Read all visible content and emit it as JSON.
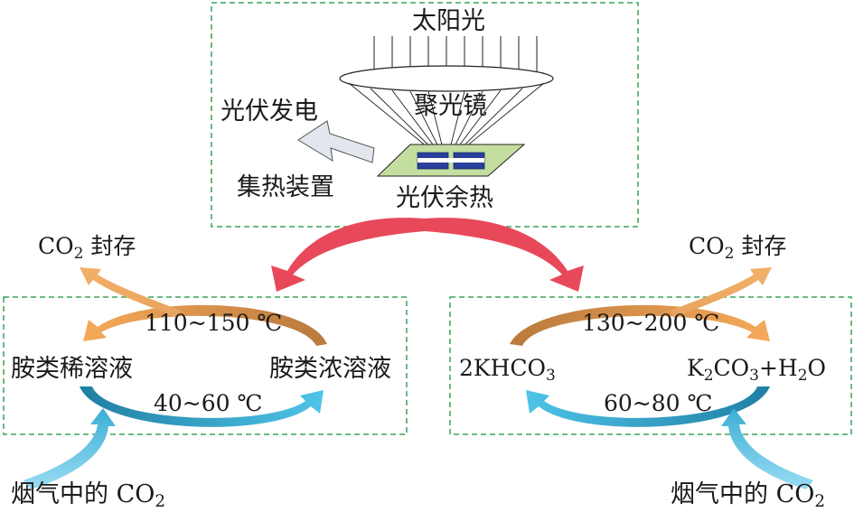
{
  "top": {
    "sunlight": "太阳光",
    "lens": "聚光镜",
    "pv_power": "光伏发电",
    "heat_device": "集热装置",
    "pv_waste_heat": "光伏余热"
  },
  "left": {
    "storage_main": "CO",
    "storage_sub": "2",
    "storage_tail": " 封存",
    "regen_temp": "110~150 ℃",
    "lean": "胺类稀溶液",
    "rich": "胺类浓溶液",
    "absorb_temp": "40~60 ℃",
    "flue_main": "烟气中的 CO",
    "flue_sub": "2"
  },
  "right": {
    "storage_main": "CO",
    "storage_sub": "2",
    "storage_tail": " 封存",
    "regen_temp": "130~200 ℃",
    "bicarb_main": "2KHCO",
    "bicarb_sub": "3",
    "carb_k": "K",
    "carb_k_sub": "2",
    "carb_co": "CO",
    "carb_co_sub": "3",
    "carb_h": "+H",
    "carb_h_sub": "2",
    "carb_o": "O",
    "absorb_temp": "60~80 ℃",
    "flue_main": "烟气中的 CO",
    "flue_sub": "2"
  },
  "colors": {
    "box_border": "#3aa35a",
    "main_arrow": "#e8495a",
    "regen_arrow": "#f0a050",
    "regen_arrow_dark": "#c88040",
    "absorb_arrow": "#3fb6dc",
    "absorb_arrow_dark": "#1f86aa",
    "pv_panel": "#c4dea0",
    "pv_cell": "#2a3f9a",
    "pv_arrow": "#e2e7ee"
  }
}
